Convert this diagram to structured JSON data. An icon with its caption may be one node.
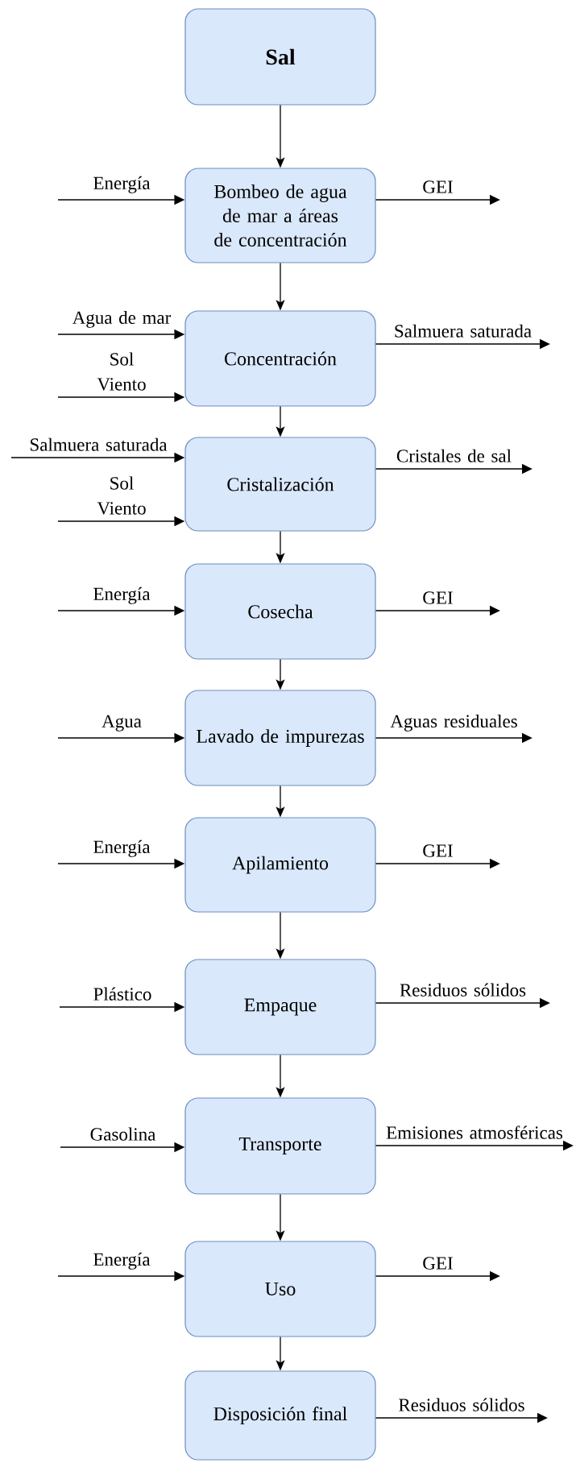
{
  "diagram": {
    "nodes": [
      {
        "text": [
          "Sal"
        ]
      },
      {
        "text": [
          "Bombeo de agua de mar a áreas de concentración"
        ]
      },
      {
        "text": [
          "Concentración"
        ]
      },
      {
        "text": [
          "Cristalización"
        ]
      },
      {
        "text": [
          "Cosecha"
        ]
      },
      {
        "text": [
          "Lavado de impurezas"
        ]
      },
      {
        "text": [
          "Apilamiento"
        ]
      },
      {
        "text": [
          "Empaque"
        ]
      },
      {
        "text": [
          "Transporte"
        ]
      },
      {
        "text": [
          "Uso"
        ]
      },
      {
        "text": [
          "Disposición final"
        ]
      }
    ],
    "edges": [
      {
        "from": 0,
        "to": 1,
        "arrow": "to"
      },
      {
        "from": 1,
        "to": 2,
        "arrow": "to"
      },
      {
        "from": 2,
        "to": 3,
        "arrow": "to"
      },
      {
        "from": 3,
        "to": 4,
        "arrow": "to"
      },
      {
        "from": 4,
        "to": 5,
        "arrow": "to"
      },
      {
        "from": 5,
        "to": 6,
        "arrow": "to"
      },
      {
        "from": 6,
        "to": 7,
        "arrow": "to"
      },
      {
        "from": 7,
        "to": 8,
        "arrow": "to"
      },
      {
        "from": 8,
        "to": 9,
        "arrow": "to"
      },
      {
        "from": 9,
        "to": 10,
        "arrow": "to"
      },
      {
        "from": null,
        "to": 1,
        "arrow": "to",
        "label": "Energía"
      },
      {
        "from": 1,
        "to": null,
        "arrow": "to",
        "label": "GEI"
      },
      {
        "from": null,
        "to": 2,
        "arrow": "to",
        "label": "Agua de mar"
      },
      {
        "from": null,
        "to": 2,
        "arrow": "to",
        "label": "Sol Viento"
      },
      {
        "from": 2,
        "to": null,
        "arrow": "to",
        "label": "Salmuera saturada"
      },
      {
        "from": null,
        "to": 3,
        "arrow": "to",
        "label": "Salmuera saturada"
      },
      {
        "from": null,
        "to": 3,
        "arrow": "to",
        "label": "Sol Viento"
      },
      {
        "from": 3,
        "to": null,
        "arrow": "to",
        "label": "Cristales de sal"
      },
      {
        "from": null,
        "to": 4,
        "arrow": "to",
        "label": "Energía"
      },
      {
        "from": 4,
        "to": null,
        "arrow": "to",
        "label": "GEI"
      },
      {
        "from": null,
        "to": 5,
        "arrow": "to",
        "label": "Agua"
      },
      {
        "from": 5,
        "to": null,
        "arrow": "to",
        "label": "Aguas residuales"
      },
      {
        "from": null,
        "to": 6,
        "arrow": "to",
        "label": "Energía"
      },
      {
        "from": 6,
        "to": null,
        "arrow": "to",
        "label": "GEI"
      },
      {
        "from": null,
        "to": 7,
        "arrow": "to",
        "label": "Plástico"
      },
      {
        "from": 7,
        "to": null,
        "arrow": "to",
        "label": "Residuos sólidos"
      },
      {
        "from": null,
        "to": 8,
        "arrow": "to",
        "label": "Gasolina"
      },
      {
        "from": 8,
        "to": null,
        "arrow": "to",
        "label": "Emisiones atmosféricas"
      },
      {
        "from": null,
        "to": 9,
        "arrow": "to",
        "label": "Energía"
      },
      {
        "from": 9,
        "to": null,
        "arrow": "to",
        "label": "GEI"
      },
      {
        "from": 10,
        "to": null,
        "arrow": "to",
        "label": "Residuos sólidos"
      }
    ]
  }
}
